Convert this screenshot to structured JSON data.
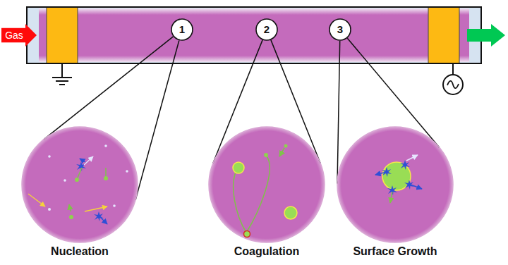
{
  "diagram": {
    "nodes": [
      {
        "text": [
          "Gas"
        ]
      },
      {
        "text": [
          "1"
        ]
      },
      {
        "text": [
          "2"
        ]
      },
      {
        "text": [
          "3"
        ]
      },
      {
        "text": [
          "Nucleation"
        ]
      },
      {
        "text": [
          "Coagulation"
        ]
      },
      {
        "text": [
          "Surface Growth"
        ]
      }
    ],
    "edges": [
      {
        "from": 1,
        "to": 4,
        "arrow": "none"
      },
      {
        "from": 1,
        "to": 4,
        "arrow": "none"
      },
      {
        "from": 2,
        "to": 5,
        "arrow": "none"
      },
      {
        "from": 2,
        "to": 5,
        "arrow": "none"
      },
      {
        "from": 3,
        "to": 6,
        "arrow": "none"
      },
      {
        "from": 3,
        "to": 6,
        "arrow": "none"
      }
    ]
  }
}
